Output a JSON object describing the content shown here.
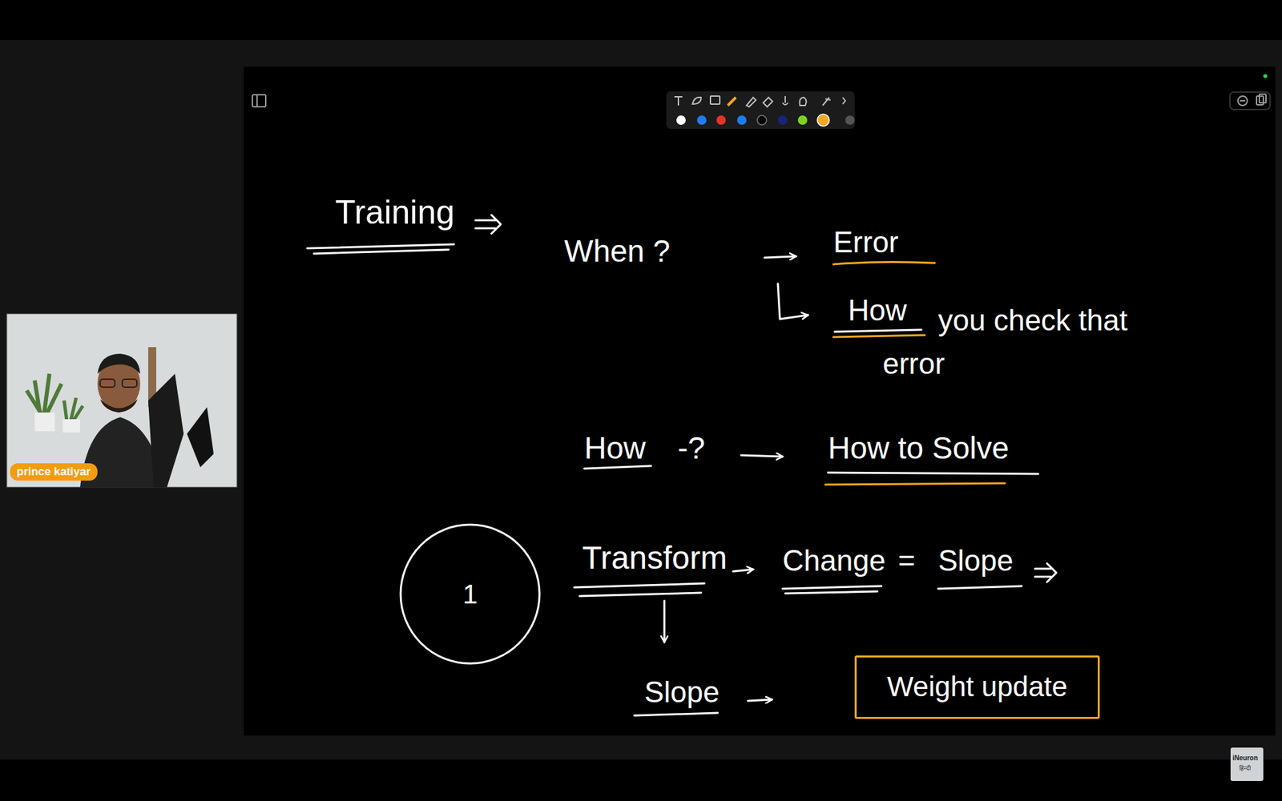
{
  "diagram": {
    "nodes": [
      {
        "text": [
          "1"
        ]
      },
      {
        "text": [
          "Weight update"
        ]
      }
    ],
    "labels": [
      "Training",
      "When ?",
      "Error",
      "How",
      "you check that",
      "error",
      "How",
      "-?",
      "How to Solve",
      "Transform",
      "Change",
      "=",
      "Slope",
      "Slope",
      "prince katiyar",
      "iNeuron",
      "हिन्दी"
    ]
  }
}
